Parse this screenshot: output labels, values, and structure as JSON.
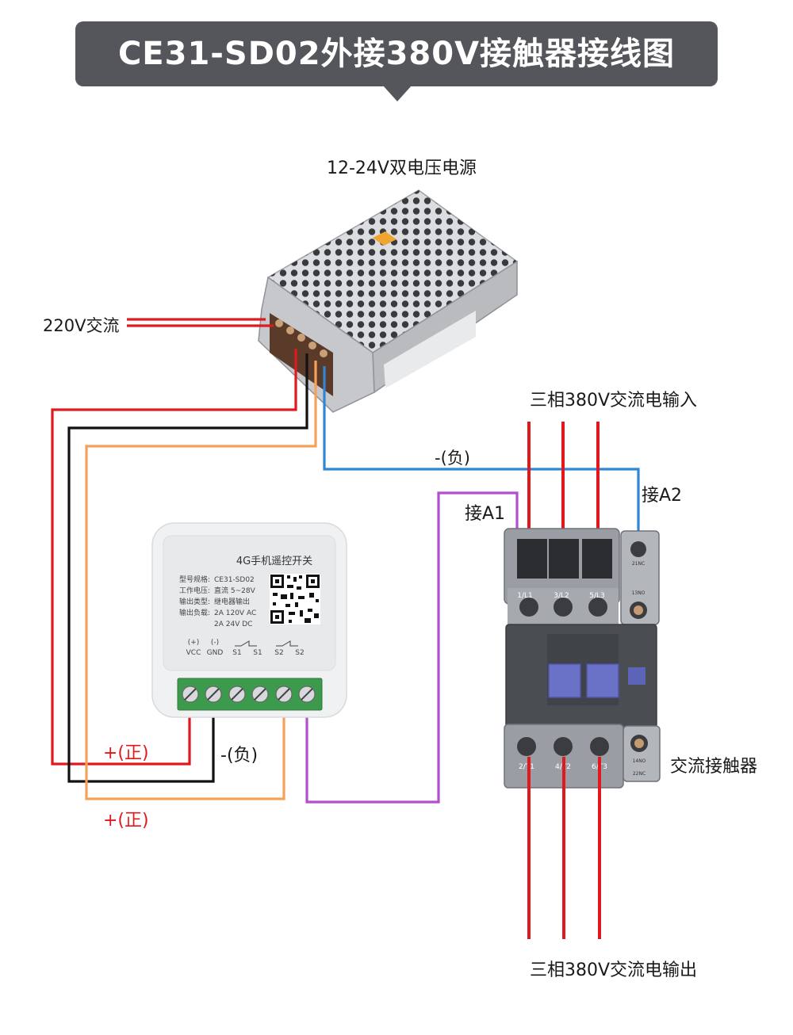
{
  "title": "CE31-SD02外接380V接触器接线图",
  "labels": {
    "power_supply": "12-24V双电压电源",
    "ac_220": "220V交流",
    "three_phase_in": "三相380V交流电输入",
    "three_phase_out": "三相380V交流电输出",
    "negative_top": "-(负)",
    "a2": "接A2",
    "a1": "接A1",
    "contactor": "交流接触器",
    "positive_1": "+(正)",
    "negative_mid": "-(负)",
    "positive_2": "+(正)"
  },
  "switch_module": {
    "title": "4G手机遥控开关",
    "specs": [
      {
        "key": "型号规格:",
        "value": "CE31-SD02"
      },
      {
        "key": "工作电压:",
        "value": "直流 5~28V"
      },
      {
        "key": "输出类型:",
        "value": "继电器输出"
      },
      {
        "key": "输出负载:",
        "value": "2A 120V AC"
      },
      {
        "key": "",
        "value": "2A  24V DC"
      }
    ],
    "terminal_polarity": [
      "(+)",
      "(-)"
    ],
    "terminal_labels": [
      "VCC",
      "GND",
      "S1",
      "S1",
      "S2",
      "S2"
    ]
  },
  "contactor_terminals": {
    "top": [
      "1/L1",
      "3/L2",
      "5/L3"
    ],
    "aux_top": [
      "21NC",
      "13NO"
    ],
    "bottom": [
      "2/T1",
      "4/T2",
      "6/T3"
    ],
    "aux_bottom": [
      "14NO",
      "22NC"
    ]
  },
  "colors": {
    "banner": "#54565b",
    "red": "#e1191e",
    "black": "#111111",
    "orange": "#f4a259",
    "blue": "#2f86d6",
    "purple": "#b34fcf",
    "terminal_green": "#3c9a4c",
    "contactor_body": "#4a4d52",
    "contactor_gray": "#9a9ea4",
    "contactor_button": "#6a72c8"
  }
}
